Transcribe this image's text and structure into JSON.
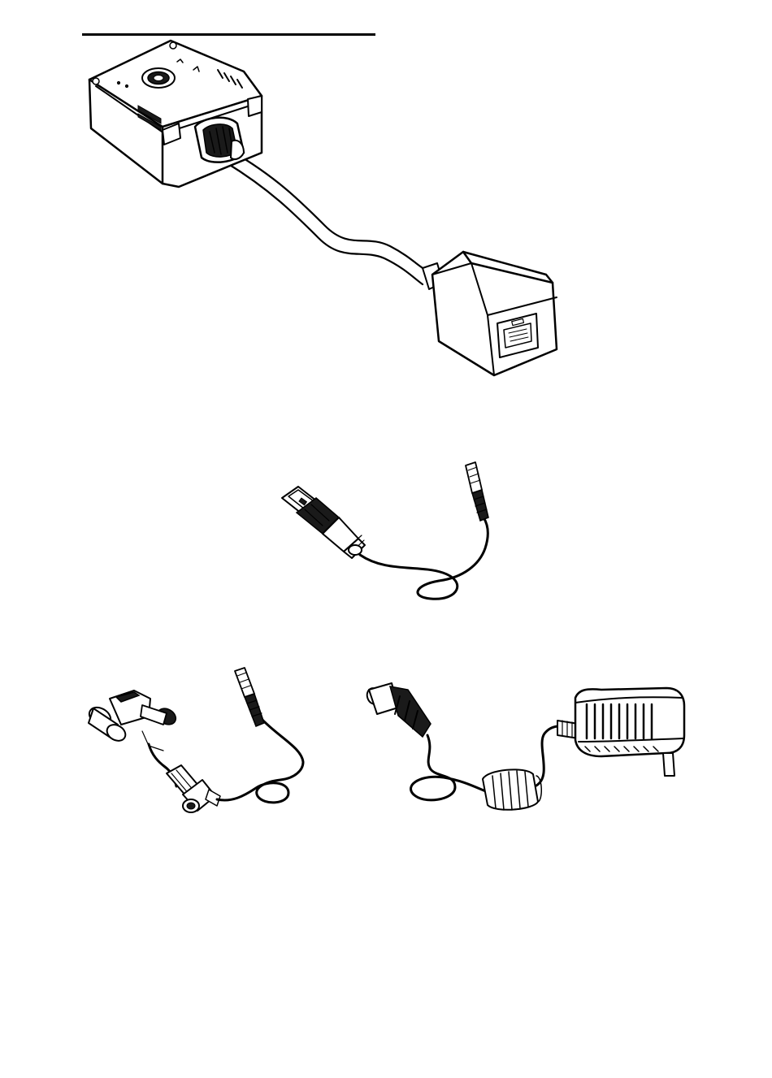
{
  "page": {
    "colors": {
      "background": "#ffffff",
      "ink": "#000000"
    }
  },
  "figures": [
    {
      "name": "scanner-module-with-rj45-adapter-cable"
    },
    {
      "name": "usb-cable"
    },
    {
      "name": "rs232-db9-cable"
    },
    {
      "name": "power-adapter"
    }
  ]
}
